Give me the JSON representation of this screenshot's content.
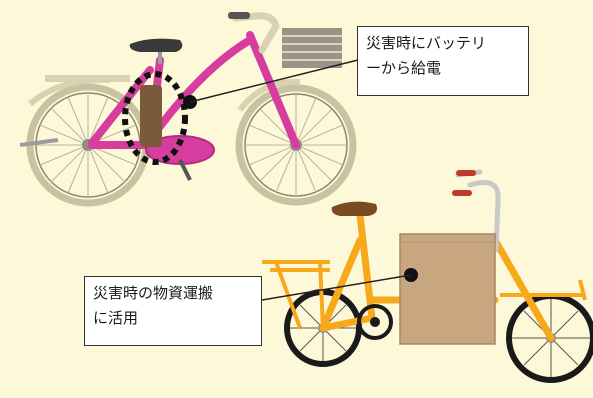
{
  "illustration": {
    "background_color": "#fdf8d8",
    "top_bicycle": {
      "kind": "electric-assist-bicycle",
      "frame_color": "#d63d9e",
      "highlight": "battery"
    },
    "bottom_bicycle": {
      "kind": "cargo-bicycle",
      "frame_color": "#f7a81b",
      "cargo": "cardboard-box"
    }
  },
  "callouts": {
    "battery_power": {
      "line1": "災害時にバッテリ",
      "line2": "ーから給電"
    },
    "transport": {
      "line1": "災害時の物資運搬",
      "line2": "に活用"
    }
  }
}
